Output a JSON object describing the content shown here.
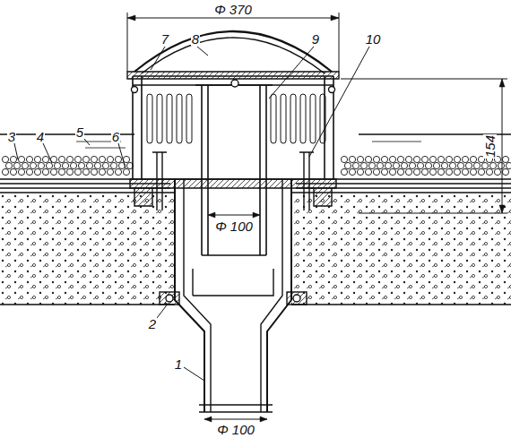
{
  "diagram": {
    "labels": [
      "Φ 370",
      "154",
      "Φ 100",
      "Φ 100",
      "1",
      "2",
      "3",
      "4",
      "5",
      "6",
      "7",
      "8",
      "9",
      "10"
    ]
  }
}
